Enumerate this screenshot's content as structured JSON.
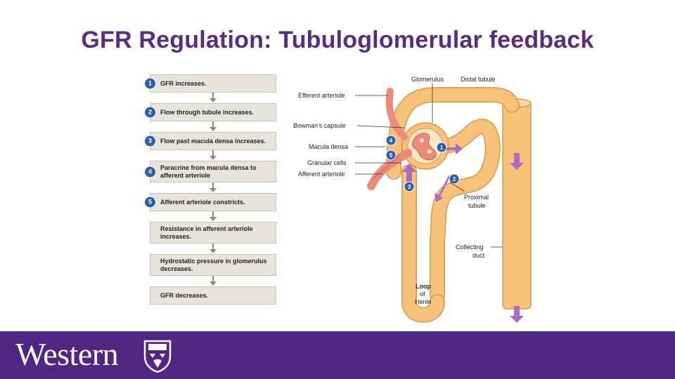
{
  "slide": {
    "title": "GFR Regulation: Tubuloglomerular feedback"
  },
  "flowchart": {
    "steps": [
      {
        "num": "1",
        "text": "GFR increases."
      },
      {
        "num": "2",
        "text": "Flow through tubule increases."
      },
      {
        "num": "3",
        "text": "Flow past macula densa increases."
      },
      {
        "num": "4",
        "text": "Paracrine from macula densa to afferent arteriole"
      },
      {
        "num": "5",
        "text": "Afferent arteriole constricts."
      },
      {
        "num": "",
        "text": "Resistance in afferent arteriole increases."
      },
      {
        "num": "",
        "text": "Hydrostatic pressure in glomerulus decreases."
      },
      {
        "num": "",
        "text": "GFR decreases."
      }
    ]
  },
  "diagram": {
    "labels": {
      "glomerulus": "Glomerulus",
      "distal_tubule": "Distal tubule",
      "efferent_arteriole": "Efferent arteriole",
      "bowmans_capsule": "Bowman's capsule",
      "macula_densa": "Macula densa",
      "granular_cells": "Granular cells",
      "afferent_arteriole": "Afferent arteriole",
      "proximal": "Proximal",
      "tubule": "tubule",
      "collecting": "Collecting",
      "duct": "duct",
      "loop": "Loop",
      "of": "of",
      "henle": "Henle"
    },
    "markers": [
      "1",
      "2",
      "3",
      "4",
      "5"
    ],
    "colors": {
      "tubule": "#f6c27a",
      "tubule_edge": "#d89a4a",
      "vessel": "#ee8a7c",
      "flow_arrow": "#a86cc1",
      "marker": "#2f5fa8"
    }
  },
  "footer": {
    "brand": "Western",
    "crest_icon": "university-crest-icon",
    "color": "#4f2683"
  }
}
